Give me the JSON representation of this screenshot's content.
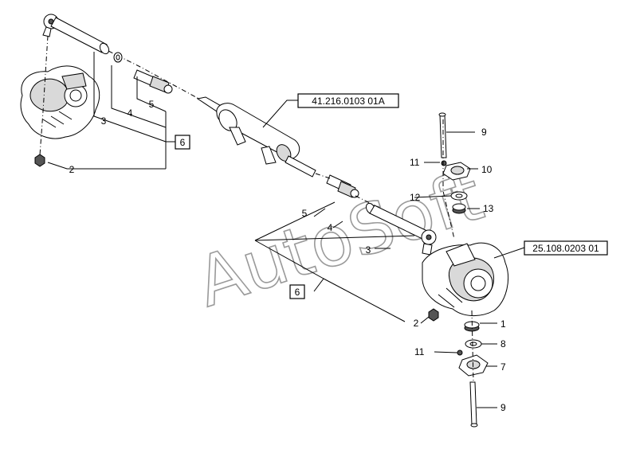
{
  "reference_labels": {
    "steering_cylinder": "41.216.0103 01A",
    "axle_housing": "25.108.0203 01"
  },
  "callouts": {
    "group_top": "6",
    "group_bottom": "6"
  },
  "part_numbers": {
    "p2_top": "2",
    "p3_top": "3",
    "p4_top": "4",
    "p5_top": "5",
    "p9_top": "9",
    "p10": "10",
    "p11_top": "11",
    "p12": "12",
    "p13": "13",
    "p5_mid": "5",
    "p4_mid": "4",
    "p3_mid": "3",
    "p2_bottom": "2",
    "p1": "1",
    "p8": "8",
    "p11_bottom": "11",
    "p7": "7",
    "p9_bottom": "9"
  },
  "watermark": "AutoSoft"
}
